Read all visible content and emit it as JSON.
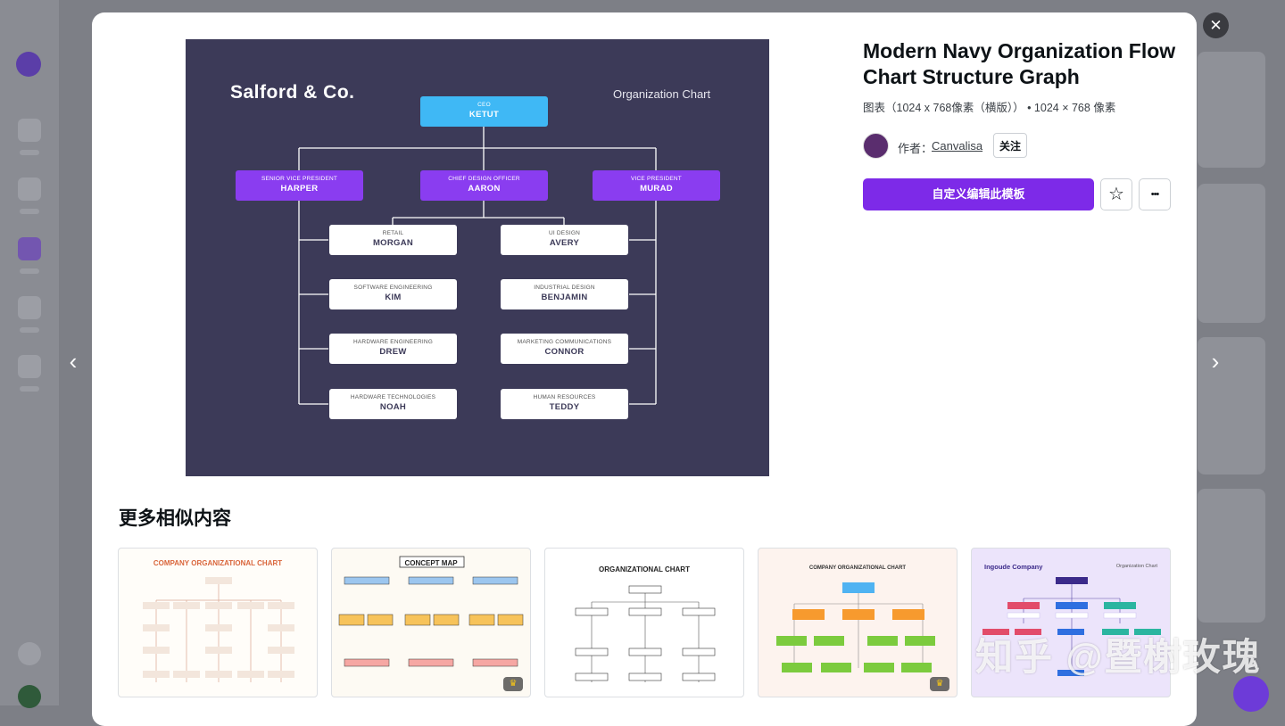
{
  "modal": {
    "close_label": "✕",
    "prev_label": "‹",
    "next_label": "›",
    "title": "Modern Navy Organization Flow Chart Structure Graph",
    "meta": "图表（1024 x 768像素（横版）） • 1024 × 768 像素",
    "author_label": "作者：",
    "author_name": "Canvalisa",
    "follow_label": "关注",
    "cta_label": "自定义编辑此模板",
    "star_icon": "☆",
    "more_icon": "•••",
    "more_section_title": "更多相似内容"
  },
  "preview": {
    "company": "Salford & Co.",
    "subtitle": "Organization Chart",
    "ceo": {
      "title": "CEO",
      "name": "KETUT"
    },
    "vps": [
      {
        "title": "SENIOR VICE PRESIDENT",
        "name": "HARPER"
      },
      {
        "title": "CHIEF DESIGN OFFICER",
        "name": "AARON"
      },
      {
        "title": "VICE PRESIDENT",
        "name": "MURAD"
      }
    ],
    "left_reports": [
      {
        "title": "RETAIL",
        "name": "MORGAN"
      },
      {
        "title": "SOFTWARE ENGINEERING",
        "name": "KIM"
      },
      {
        "title": "HARDWARE ENGINEERING",
        "name": "DREW"
      },
      {
        "title": "HARDWARE TECHNOLOGIES",
        "name": "NOAH"
      }
    ],
    "right_reports": [
      {
        "title": "UI DESIGN",
        "name": "AVERY"
      },
      {
        "title": "INDUSTRIAL DESIGN",
        "name": "BENJAMIN"
      },
      {
        "title": "MARKETING COMMUNICATIONS",
        "name": "CONNOR"
      },
      {
        "title": "HUMAN RESOURCES",
        "name": "TEDDY"
      }
    ]
  },
  "thumbnails": [
    {
      "title": "COMPANY ORGANIZATIONAL CHART",
      "title_color": "#d9653b"
    },
    {
      "title": "CONCEPT MAP",
      "title_color": "#222222"
    },
    {
      "title": "ORGANIZATIONAL CHART",
      "title_color": "#222222"
    },
    {
      "title": "COMPANY ORGANIZATIONAL CHART",
      "title_color": "#333333"
    },
    {
      "title": "Ingoude Company",
      "title_color": "#3b2a8a",
      "subtitle": "Organization Chart"
    }
  ],
  "watermark": "知乎 @暨榭玫瑰",
  "colors": {
    "accent": "#7d2ae8",
    "preview_bg": "#3c3a58",
    "ceo": "#3fb8f5",
    "vp": "#8a3df0"
  }
}
